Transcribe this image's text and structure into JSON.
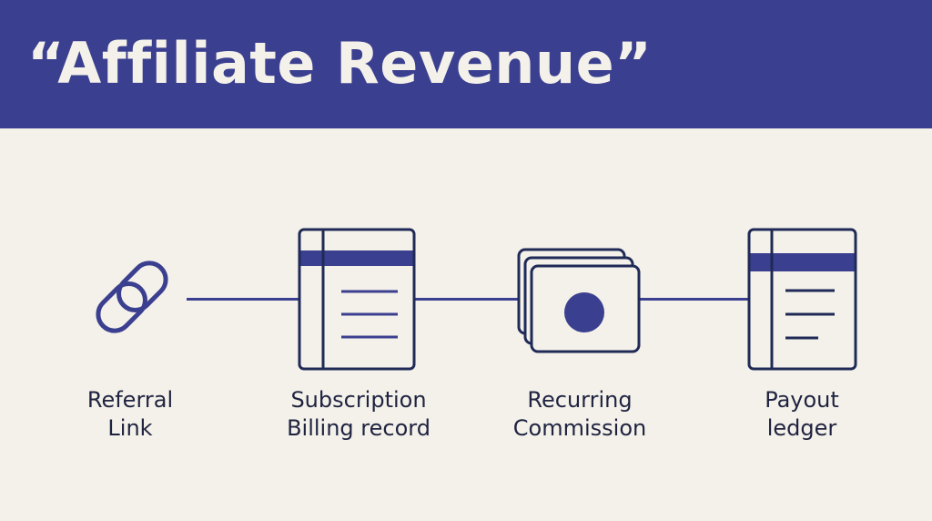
{
  "header": {
    "title": "“Affiliate Revenue”"
  },
  "colors": {
    "header_bg": "#3b3f8f",
    "title_text": "#f4f1ea",
    "page_bg": "#f4f1ea",
    "icon_stroke": "#1f2a56",
    "accent": "#3b3f8f"
  },
  "steps": [
    {
      "icon": "link-icon",
      "label_line1": "Referral",
      "label_line2": "Link"
    },
    {
      "icon": "billing-record-icon",
      "label_line1": "Subscription",
      "label_line2": "Billing record"
    },
    {
      "icon": "commission-cards-icon",
      "label_line1": "Recurring",
      "label_line2": "Commission"
    },
    {
      "icon": "ledger-icon",
      "label_line1": "Payout",
      "label_line2": "ledger"
    }
  ]
}
